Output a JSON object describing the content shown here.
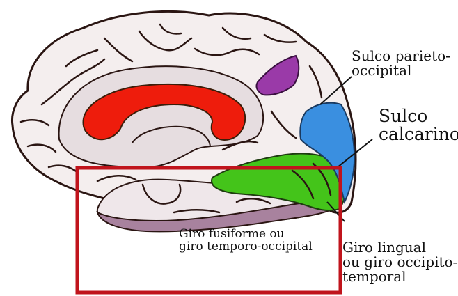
{
  "labels": {
    "sulco_parieto_occipital": [
      "Sulco parieto-",
      "occipital"
    ],
    "sulco_calcarino": [
      "Sulco",
      "calcarino"
    ],
    "giro_fusiforme": [
      "Giro fusiforme ou",
      "giro temporo-occipital"
    ],
    "giro_lingual": [
      "Giro lingual",
      "ou giro occipito-",
      "temporal"
    ]
  },
  "colors": {
    "corpus_callosum": "#ee1c0c",
    "cuneus": "#3a8fe0",
    "lingual_gyrus": "#44c41a",
    "fusiform_gyrus": "#a8829e",
    "parieto_occipital": "#9a3aa8",
    "cingulate_area": "#e6dde0",
    "highlight_box": "#c0141c",
    "outline": "#2a1512"
  }
}
